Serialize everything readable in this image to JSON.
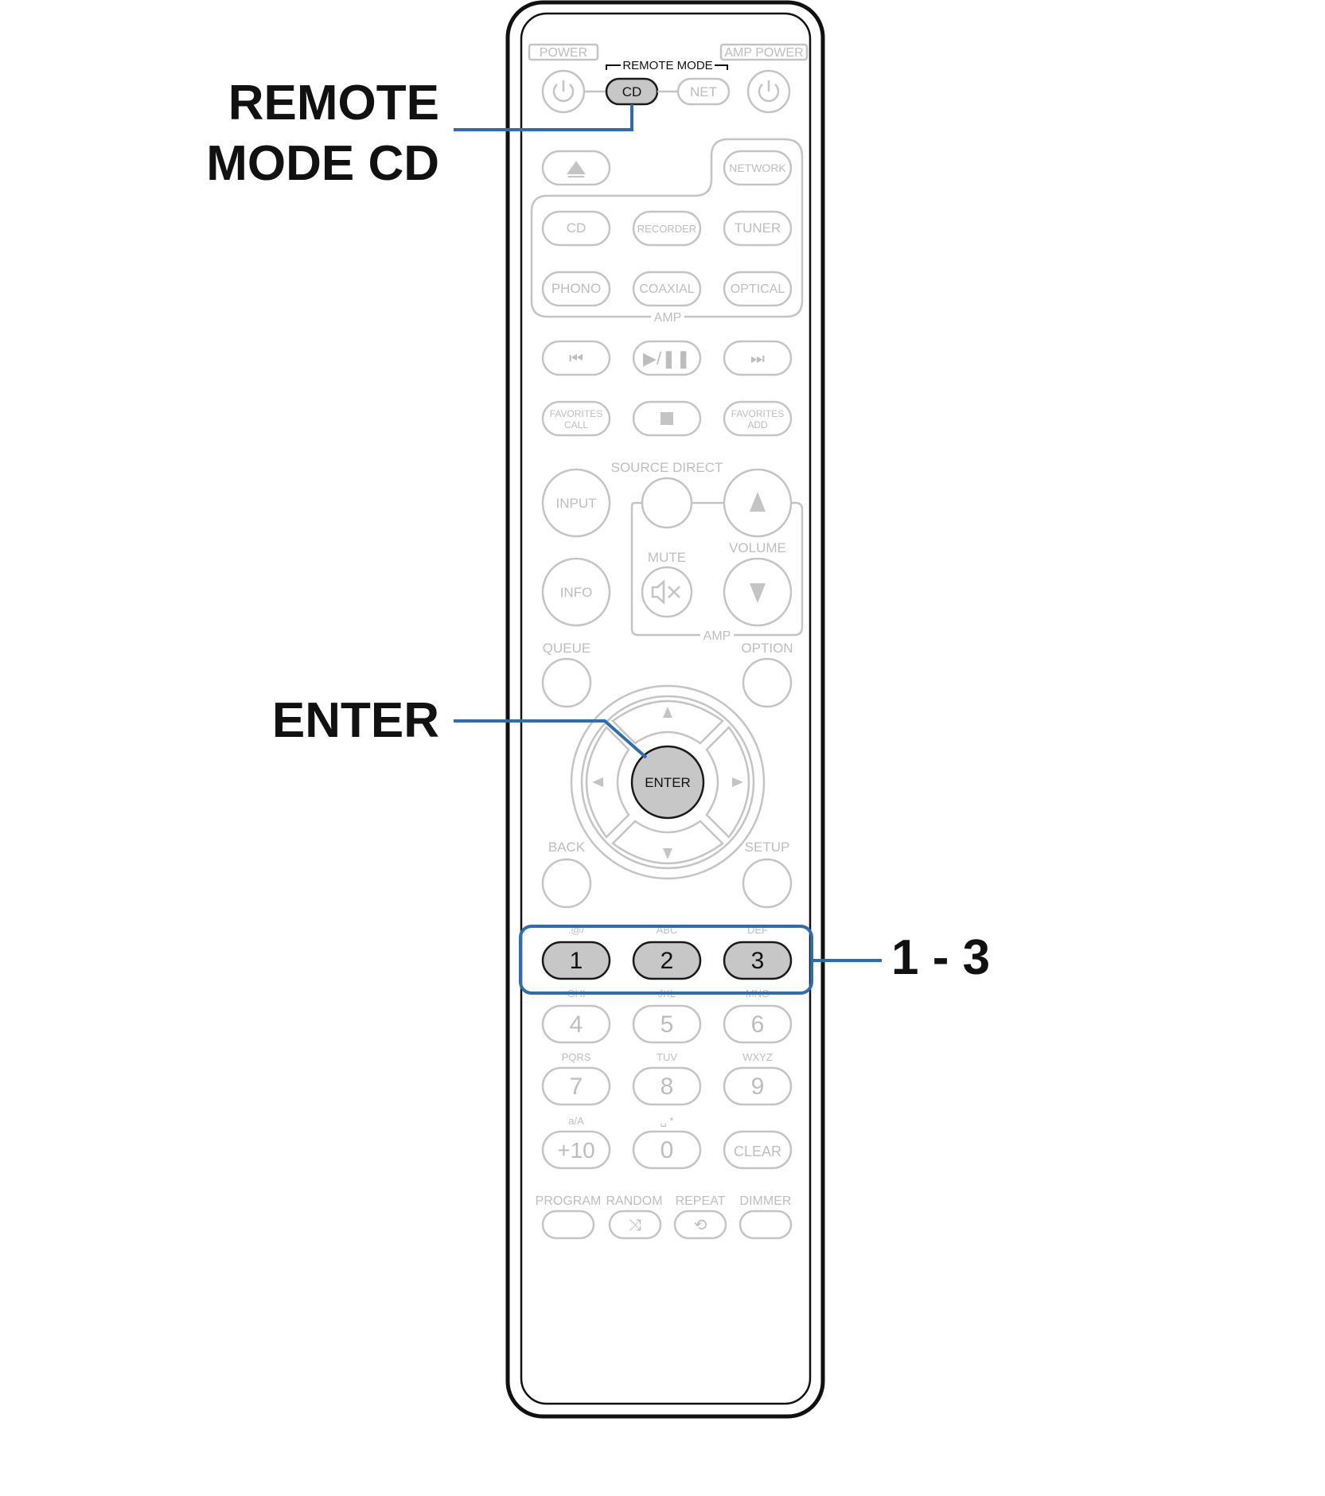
{
  "callouts": {
    "remote_mode_line1": "REMOTE",
    "remote_mode_line2": "MODE CD",
    "enter": "ENTER",
    "numbers": "1 - 3"
  },
  "remote": {
    "power_label": "POWER",
    "amp_power_label": "AMP POWER",
    "remote_mode_label": "REMOTE MODE",
    "mode_cd": "CD",
    "mode_net": "NET",
    "network": "NETWORK",
    "inputs": [
      "CD",
      "RECORDER",
      "TUNER",
      "PHONO",
      "COAXIAL",
      "OPTICAL"
    ],
    "amp_label": "AMP",
    "favorites_call": [
      "FAVORITES",
      "CALL"
    ],
    "favorites_add": [
      "FAVORITES",
      "ADD"
    ],
    "source_direct": "SOURCE DIRECT",
    "input": "INPUT",
    "info": "INFO",
    "mute": "MUTE",
    "volume": "VOLUME",
    "queue": "QUEUE",
    "option": "OPTION",
    "enter": "ENTER",
    "back": "BACK",
    "setup": "SETUP",
    "num_letters": [
      ".@/",
      "ABC",
      "DEF",
      "GHI",
      "JKL",
      "MNO",
      "PQRS",
      "TUV",
      "WXYZ",
      "a/A",
      "␣ *"
    ],
    "digits": [
      "1",
      "2",
      "3",
      "4",
      "5",
      "6",
      "7",
      "8",
      "9",
      "+10",
      "0"
    ],
    "clear": "CLEAR",
    "program": "PROGRAM",
    "random": "RANDOM",
    "repeat": "REPEAT",
    "dimmer": "DIMMER"
  },
  "colors": {
    "leader": "#2f6db0",
    "highlight_fill": "#c7c7c7",
    "ghost": "#c4c4c4"
  }
}
